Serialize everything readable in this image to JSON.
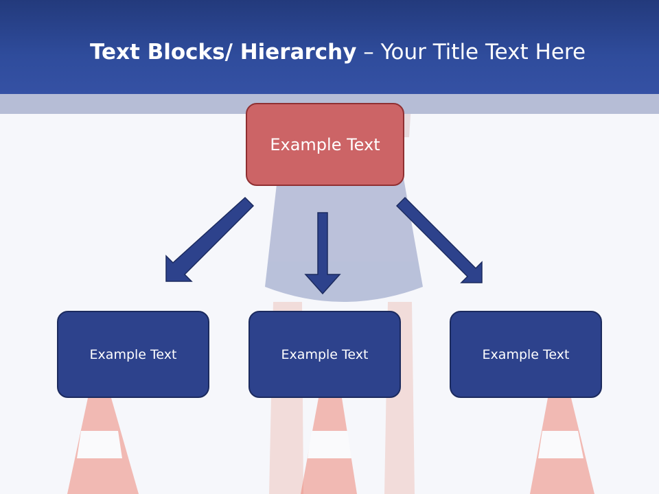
{
  "slide": {
    "title_bold": "Text Blocks/ Hierarchy",
    "title_rest": " – Your Title Text Here"
  },
  "diagram": {
    "top_box": "Example Text",
    "children": [
      "Example Text",
      "Example Text",
      "Example Text"
    ]
  },
  "colors": {
    "header": "#2f4c9c",
    "top_box_fill": "#cc6466",
    "child_box_fill": "#2d428c",
    "arrow_fill": "#2d428c"
  }
}
